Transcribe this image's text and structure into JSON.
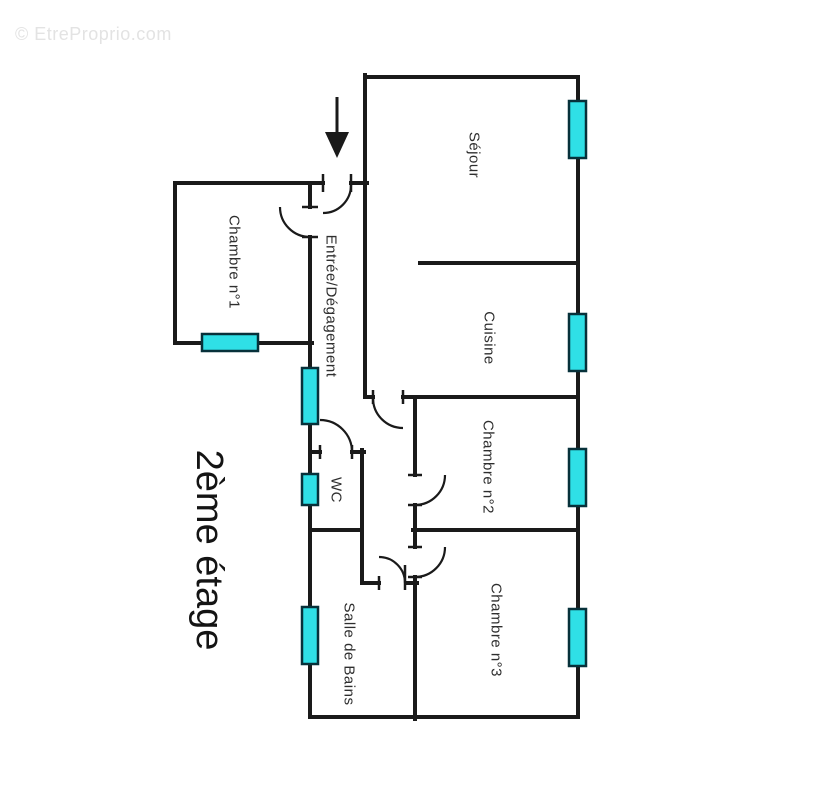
{
  "watermark": {
    "text": "© EtreProprio.com"
  },
  "floor": {
    "label": "2ème étage"
  },
  "rooms": {
    "sejour": {
      "label": "Séjour"
    },
    "cuisine": {
      "label": "Cuisine"
    },
    "chambre1": {
      "label": "Chambre n°1"
    },
    "chambre2": {
      "label": "Chambre n°2"
    },
    "chambre3": {
      "label": "Chambre n°3"
    },
    "entree": {
      "label": "Entrée/Dégagement"
    },
    "wc": {
      "label": "WC"
    },
    "salle_de_bains": {
      "label": "Salle de Bains"
    }
  },
  "colors": {
    "wall": "#1a1a1a",
    "window_fill": "#2FE0E6",
    "label_text": "#2e2e2e"
  }
}
